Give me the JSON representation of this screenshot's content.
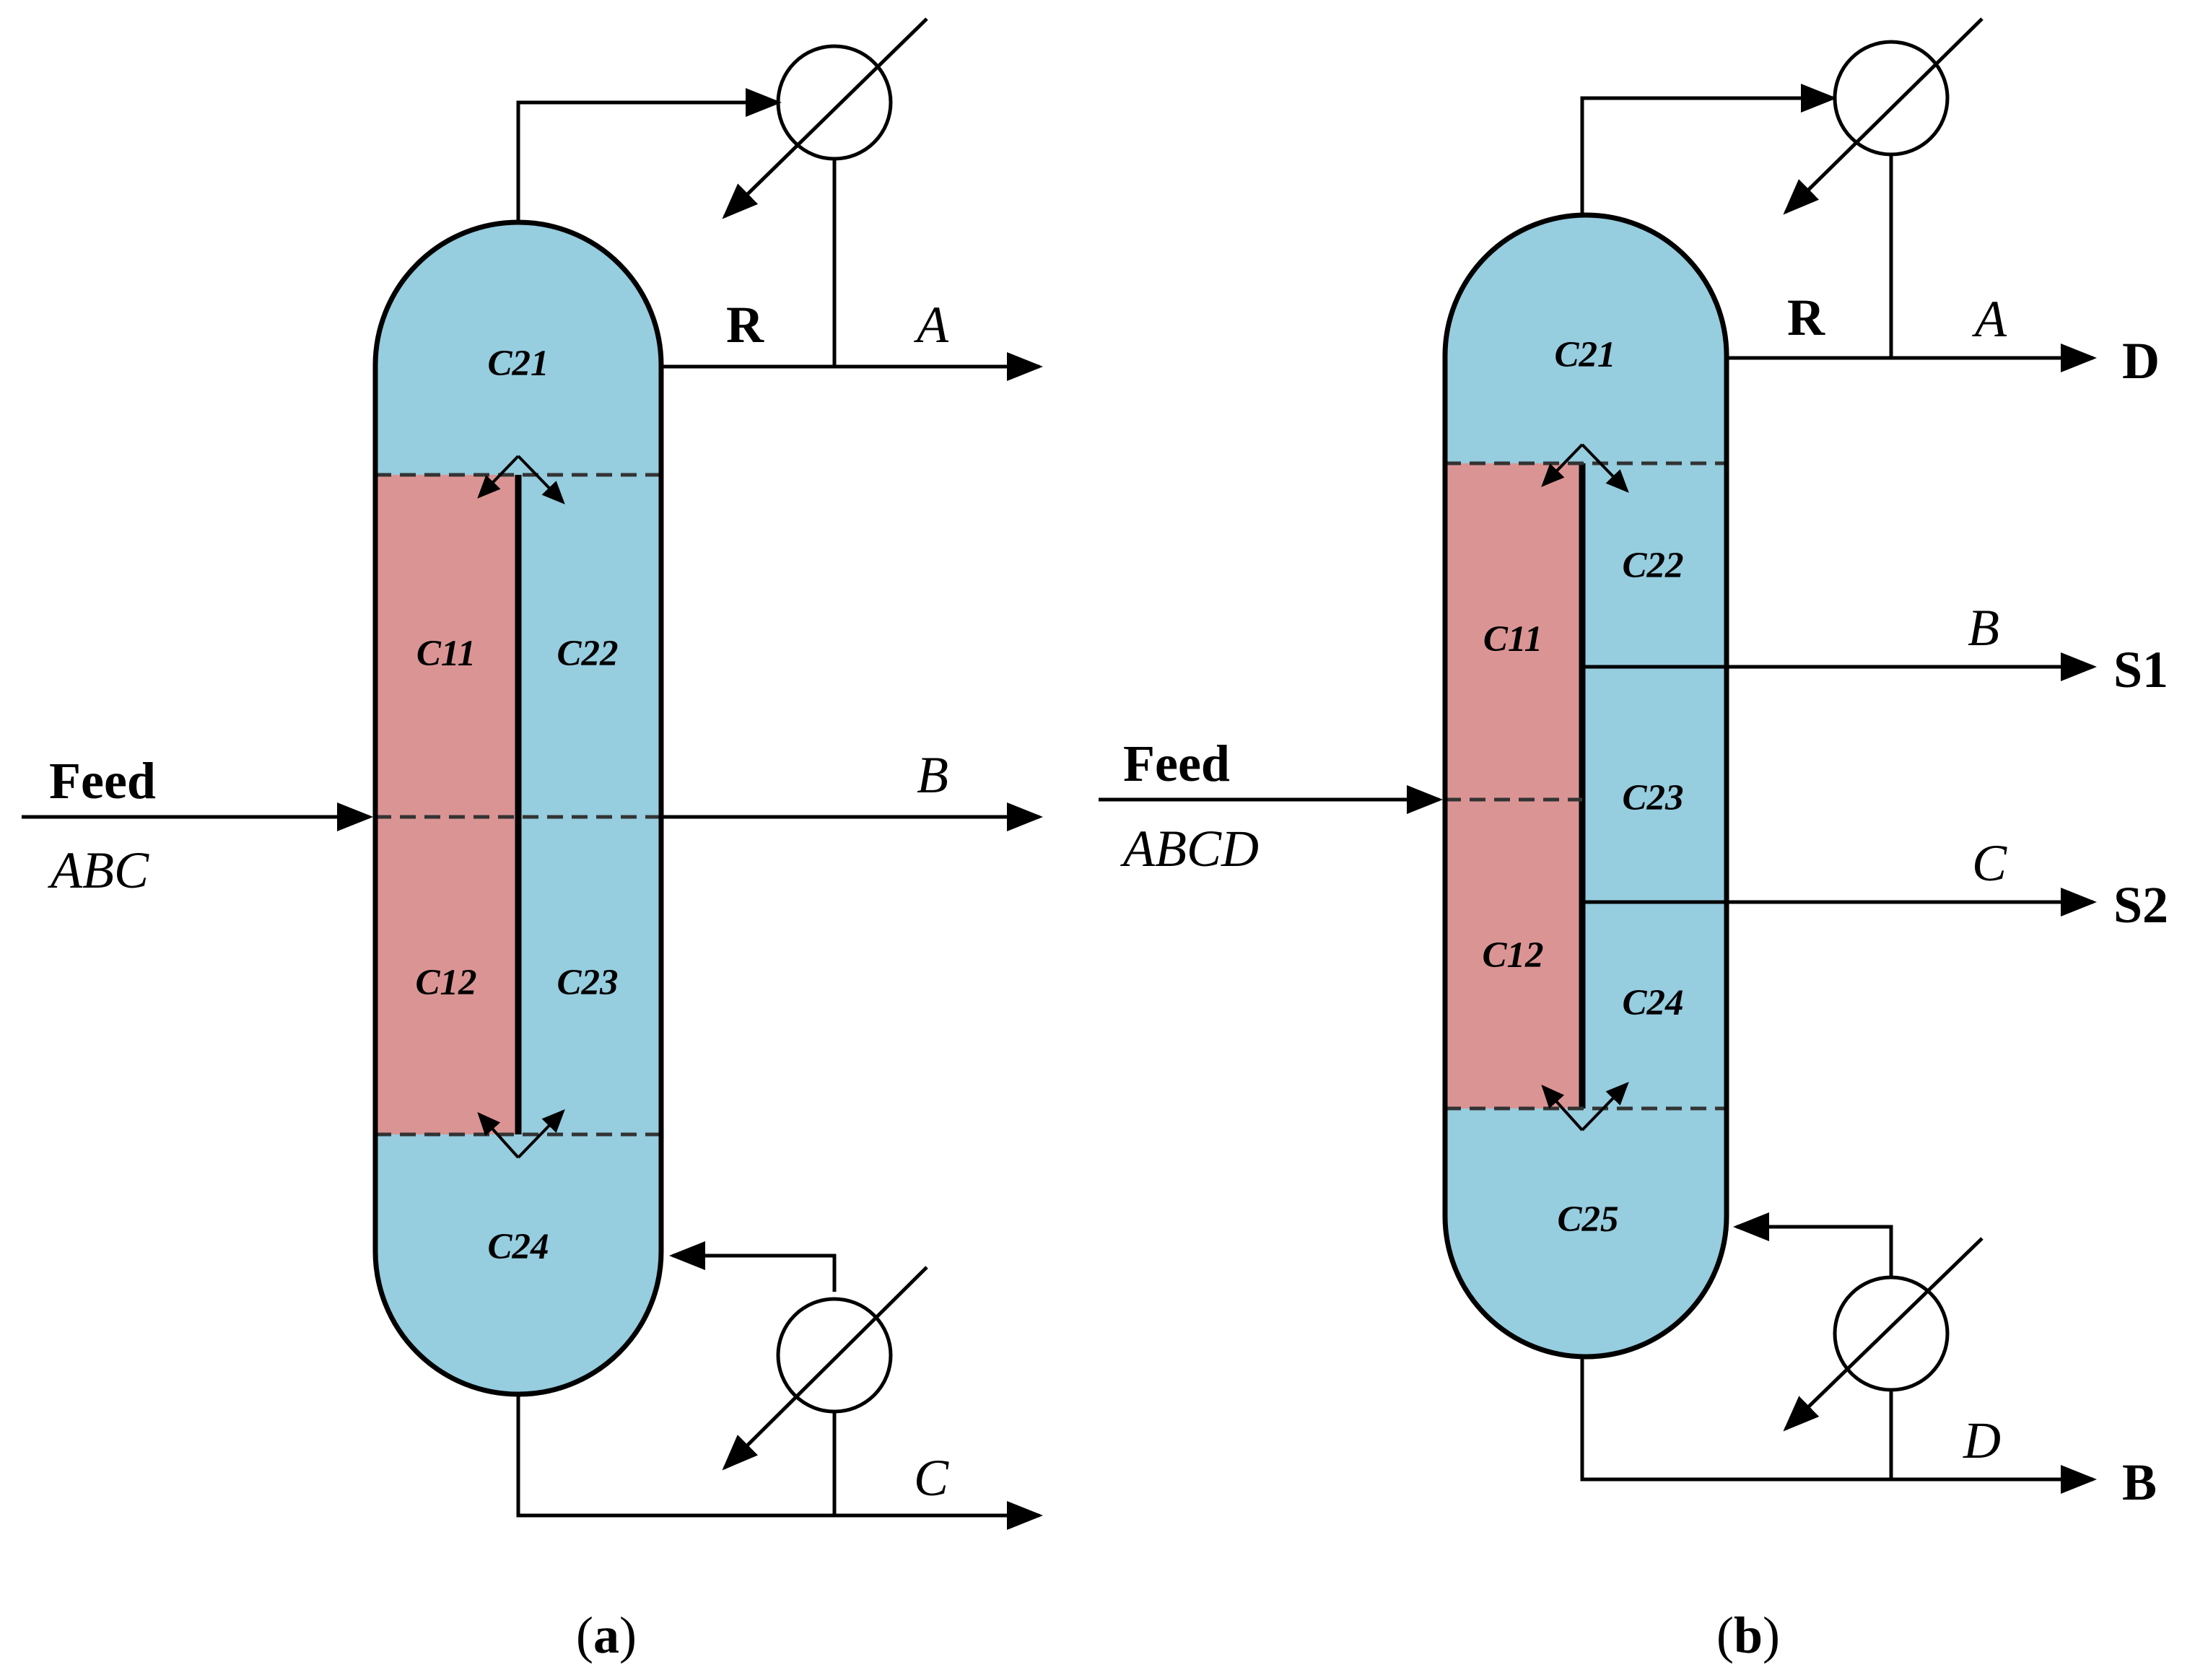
{
  "colors": {
    "shell_blue": "#96CDDF",
    "wall_red": "#DB9494",
    "line": "#000000",
    "background": "#FFFFFF"
  },
  "icons": {
    "heat_exchanger": "heat-exchanger-icon",
    "arrow": "arrowhead"
  },
  "diagram_a": {
    "caption_open": "(",
    "caption_letter": "a",
    "caption_close": ")",
    "feed_label": "Feed",
    "feed_composition": "ABC",
    "reflux_label": "R",
    "top_product": "A",
    "side_product": "B",
    "bottom_product": "C",
    "sections": {
      "c21": "C21",
      "c11": "C11",
      "c22": "C22",
      "c12": "C12",
      "c23": "C23",
      "c24": "C24"
    }
  },
  "diagram_b": {
    "caption_open": "(",
    "caption_letter": "b",
    "caption_close": ")",
    "feed_label": "Feed",
    "feed_composition": "ABCD",
    "reflux_label": "R",
    "top_product": "A",
    "side_product_1": "B",
    "side_product_2": "C",
    "bottom_product": "D",
    "top_stream": "D",
    "side_stream_1": "S1",
    "side_stream_2": "S2",
    "bottom_stream": "B",
    "sections": {
      "c21": "C21",
      "c11": "C11",
      "c22": "C22",
      "c23": "C23",
      "c12": "C12",
      "c24": "C24",
      "c25": "C25"
    }
  }
}
